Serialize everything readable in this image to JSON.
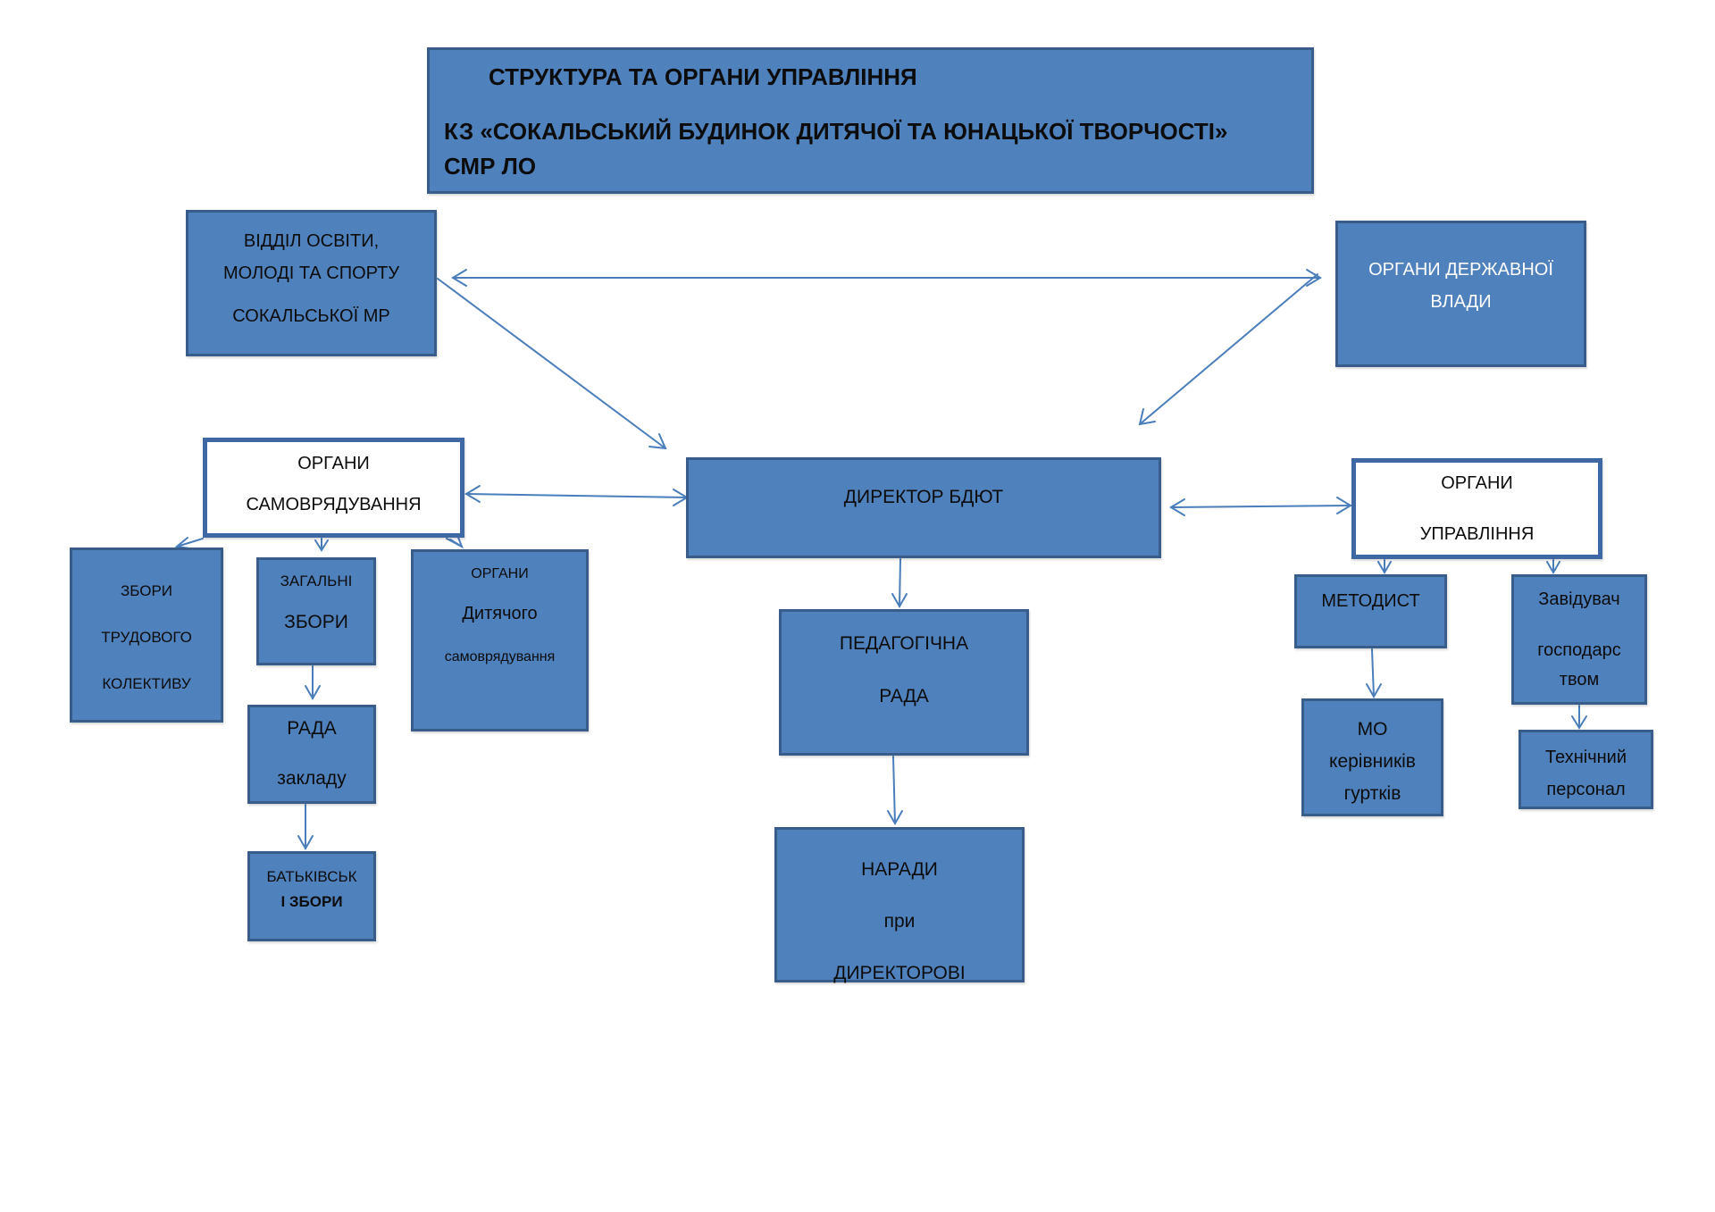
{
  "colors": {
    "box_fill": "#4f81bd",
    "box_border": "#385d8a",
    "white_box_border": "#3d68a3",
    "connector": "#4a7ebb",
    "text_dark": "#0c0c0c",
    "text_light": "#ffffff"
  },
  "title": {
    "line1": "СТРУКТУРА ТА ОРГАНИ УПРАВЛІННЯ",
    "line2": "КЗ «СОКАЛЬСЬКИЙ БУДИНОК ДИТЯЧОЇ ТА ЮНАЦЬКОЇ ТВОРЧОСТІ»",
    "line3": "СМР ЛО"
  },
  "nodes": {
    "viddil": {
      "lines": [
        "ВІДДІЛ ОСВІТИ,",
        "МОЛОДІ ТА СПОРТУ",
        "СОКАЛЬСЬКОЇ МР"
      ]
    },
    "derzhavna_vlada": {
      "lines": [
        "ОРГАНИ ДЕРЖАВНОЇ",
        "ВЛАДИ"
      ]
    },
    "samovryaduvannya": {
      "lines": [
        "ОРГАНИ",
        "САМОВРЯДУВАННЯ"
      ]
    },
    "director": {
      "lines": [
        "ДИРЕКТОР БДЮТ"
      ]
    },
    "upravlinnya": {
      "lines": [
        "ОРГАНИ",
        "УПРАВЛІННЯ"
      ]
    },
    "zbory_trudovoho": {
      "lines": [
        "ЗБОРИ",
        "ТРУДОВОГО",
        "КОЛЕКТИВУ"
      ]
    },
    "zahalni_zbory": {
      "lines": [
        "ЗАГАЛЬНІ",
        "ЗБОРИ"
      ]
    },
    "dytyache_samovryaduvannya": {
      "lines": [
        "ОРГАНИ",
        "Дитячого",
        "самоврядування"
      ]
    },
    "rada_zakladu": {
      "lines": [
        "РАДА",
        "закладу"
      ]
    },
    "batkivski_zbory": {
      "lines": [
        "БАТЬКІВСЬК",
        "І ЗБОРИ"
      ]
    },
    "pedrada": {
      "lines": [
        "ПЕДАГОГІЧНА",
        "РАДА"
      ]
    },
    "narady": {
      "lines": [
        "НАРАДИ",
        "при",
        "ДИРЕКТОРОВІ"
      ]
    },
    "metodyst": {
      "lines": [
        "МЕТОДИСТ"
      ]
    },
    "zavidyvach": {
      "lines": [
        "Завідувач",
        "господарс",
        "твом"
      ]
    },
    "mo": {
      "lines": [
        "МО",
        "керівників",
        "гуртків"
      ]
    },
    "tekhnichnyi": {
      "lines": [
        "Технічний",
        "персонал"
      ]
    }
  },
  "edges": [
    {
      "from": "viddil",
      "to": "derzhavna_vlada",
      "type": "bidirectional"
    },
    {
      "from": "viddil",
      "to": "director",
      "type": "directed"
    },
    {
      "from": "derzhavna_vlada",
      "to": "director",
      "type": "directed"
    },
    {
      "from": "samovryaduvannya",
      "to": "director",
      "type": "bidirectional"
    },
    {
      "from": "director",
      "to": "upravlinnya",
      "type": "bidirectional"
    },
    {
      "from": "samovryaduvannya",
      "to": "zbory_trudovoho",
      "type": "directed"
    },
    {
      "from": "samovryaduvannya",
      "to": "zahalni_zbory",
      "type": "directed"
    },
    {
      "from": "samovryaduvannya",
      "to": "dytyache_samovryaduvannya",
      "type": "directed"
    },
    {
      "from": "zahalni_zbory",
      "to": "rada_zakladu",
      "type": "directed"
    },
    {
      "from": "rada_zakladu",
      "to": "batkivski_zbory",
      "type": "directed"
    },
    {
      "from": "director",
      "to": "pedrada",
      "type": "directed"
    },
    {
      "from": "pedrada",
      "to": "narady",
      "type": "directed"
    },
    {
      "from": "upravlinnya",
      "to": "metodyst",
      "type": "directed"
    },
    {
      "from": "upravlinnya",
      "to": "zavidyvach",
      "type": "directed"
    },
    {
      "from": "metodyst",
      "to": "mo",
      "type": "directed"
    },
    {
      "from": "zavidyvach",
      "to": "tekhnichnyi",
      "type": "directed"
    }
  ]
}
